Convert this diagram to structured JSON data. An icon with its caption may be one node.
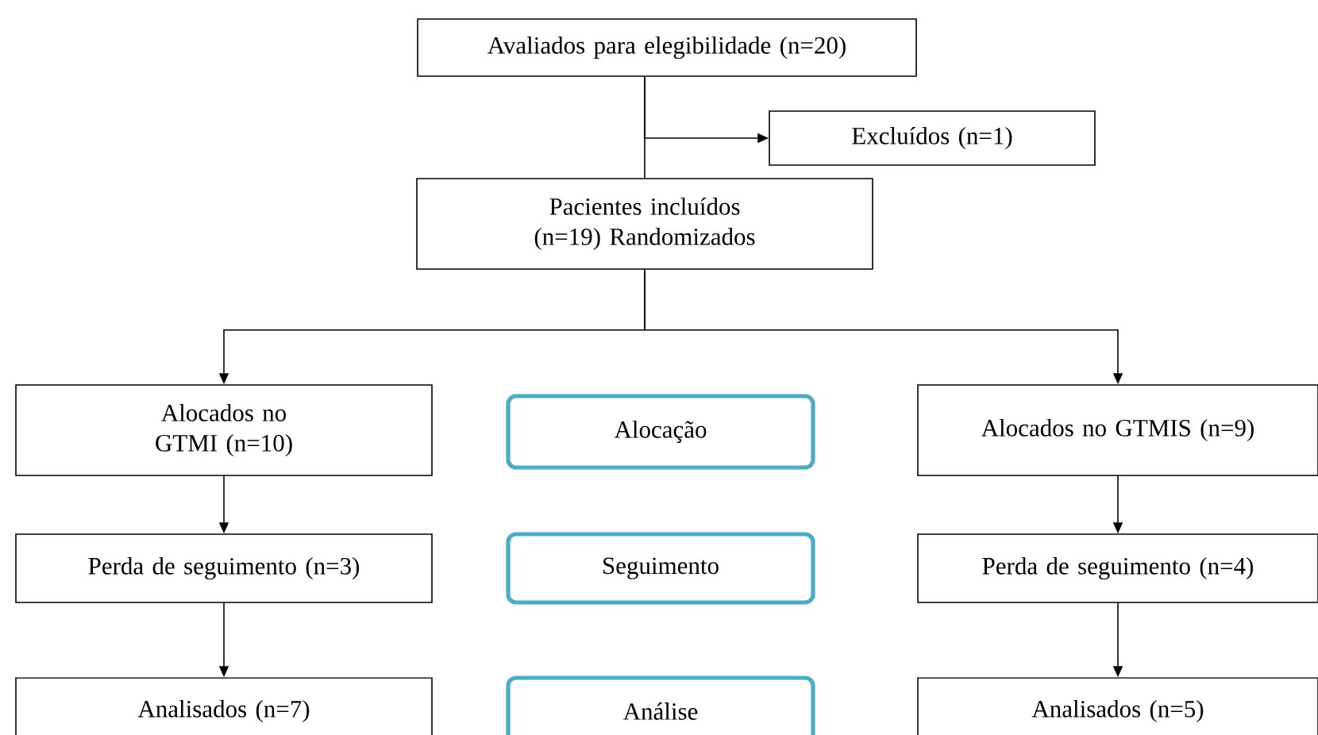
{
  "diagram": {
    "nodes": [
      {
        "text": [
          "Avaliados para elegibilidade (n=20)"
        ]
      },
      {
        "text": [
          "Excluídos (n=1)"
        ]
      },
      {
        "text": [
          "Pacientes incluídos (n=19) Randomizados"
        ]
      },
      {
        "text": [
          "Alocados no GTMI (n=10)"
        ]
      },
      {
        "text": [
          "Alocação"
        ]
      },
      {
        "text": [
          "Alocados no GTMIS (n=9)"
        ]
      },
      {
        "text": [
          "Perda de seguimento (n=3)"
        ]
      },
      {
        "text": [
          "Seguimento"
        ]
      },
      {
        "text": [
          "Perda de seguimento (n=4)"
        ]
      },
      {
        "text": [
          "Analisados (n=7)"
        ]
      },
      {
        "text": [
          "Análise"
        ]
      },
      {
        "text": [
          "Analisados (n=5)"
        ]
      }
    ],
    "edges": [
      {
        "from": 0,
        "to": 2,
        "arrow": "none"
      },
      {
        "from": 0,
        "to": 1,
        "arrow": "to"
      },
      {
        "from": 2,
        "to": 3,
        "arrow": "to"
      },
      {
        "from": 2,
        "to": 5,
        "arrow": "to"
      },
      {
        "from": 3,
        "to": 6,
        "arrow": "to"
      },
      {
        "from": 6,
        "to": 9,
        "arrow": "to"
      },
      {
        "from": 5,
        "to": 8,
        "arrow": "to"
      },
      {
        "from": 8,
        "to": 11,
        "arrow": "to"
      }
    ]
  }
}
